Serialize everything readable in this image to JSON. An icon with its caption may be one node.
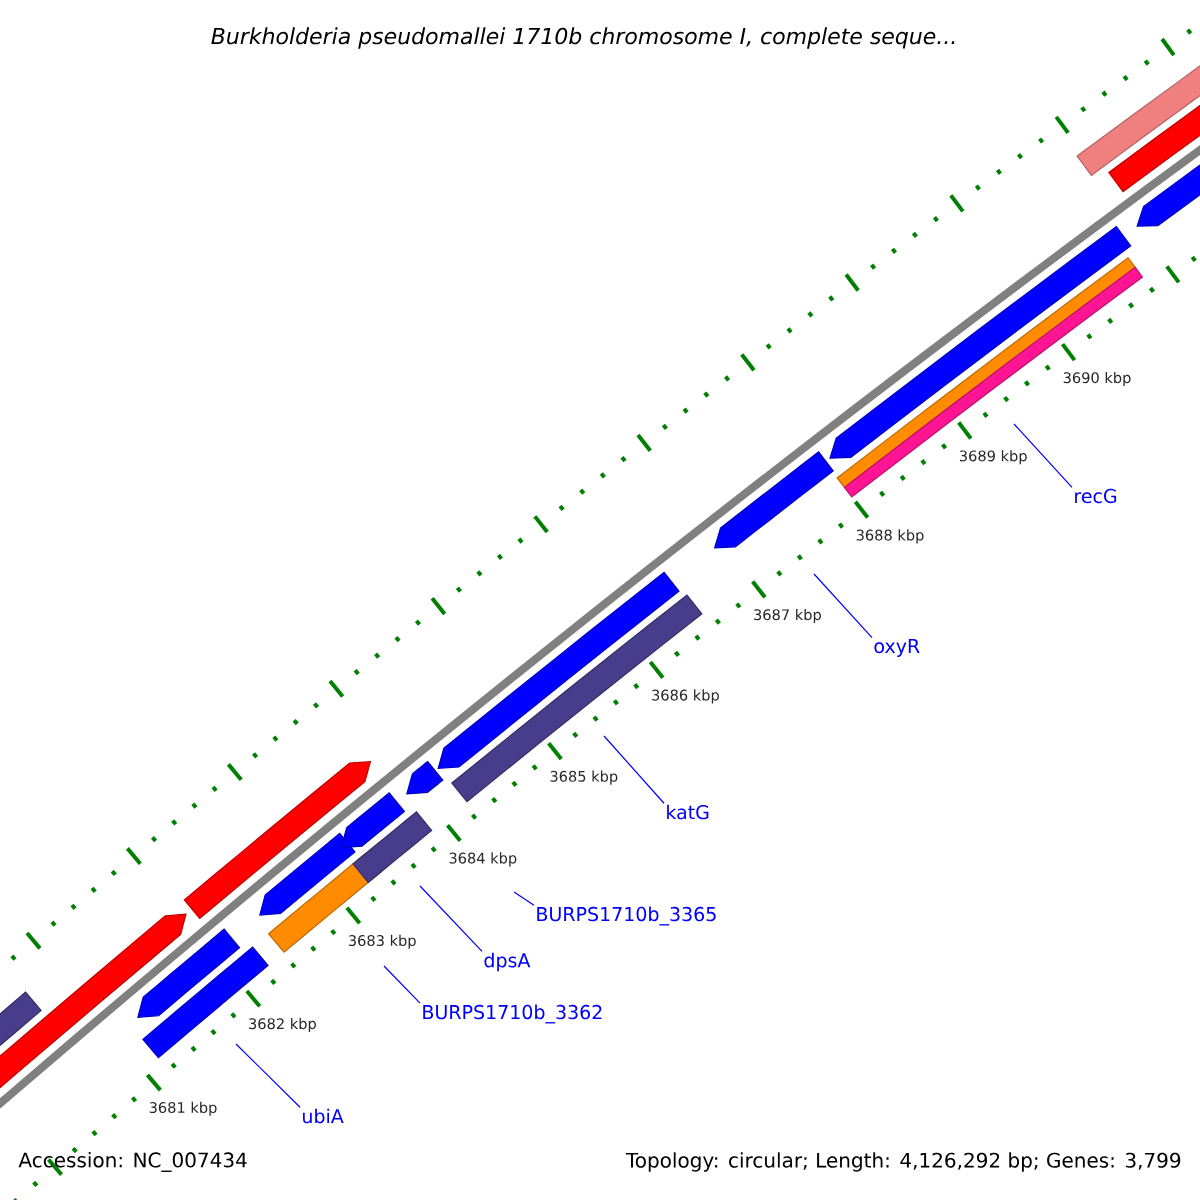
{
  "diagram": {
    "title": "Burkholderia pseudomallei 1710b chromosome I, complete seque...",
    "nodes": [
      {
        "text": [
          "recG"
        ]
      },
      {
        "text": [
          "oxyR"
        ]
      },
      {
        "text": [
          "katG"
        ]
      },
      {
        "text": [
          "BURPS1710b_3365"
        ]
      },
      {
        "text": [
          "dpsA"
        ]
      },
      {
        "text": [
          "BURPS1710b_3362"
        ]
      },
      {
        "text": [
          "ubiA"
        ]
      }
    ],
    "edges": [
      {
        "from": 0,
        "to": null,
        "arrow": "none"
      },
      {
        "from": 1,
        "to": null,
        "arrow": "none"
      },
      {
        "from": 2,
        "to": null,
        "arrow": "none"
      },
      {
        "from": 3,
        "to": null,
        "arrow": "none"
      },
      {
        "from": 4,
        "to": null,
        "arrow": "none"
      },
      {
        "from": 5,
        "to": null,
        "arrow": "none"
      },
      {
        "from": 6,
        "to": null,
        "arrow": "none"
      }
    ],
    "labels": [
      "3690 kbp",
      "3689 kbp",
      "3688 kbp",
      "3687 kbp",
      "3686 kbp",
      "3685 kbp",
      "3684 kbp",
      "3683 kbp",
      "3682 kbp",
      "3681 kbp",
      "Accession: NC_007434",
      "Topology: circular; Length: 4,126,292 bp; Genes: 3,799"
    ]
  }
}
